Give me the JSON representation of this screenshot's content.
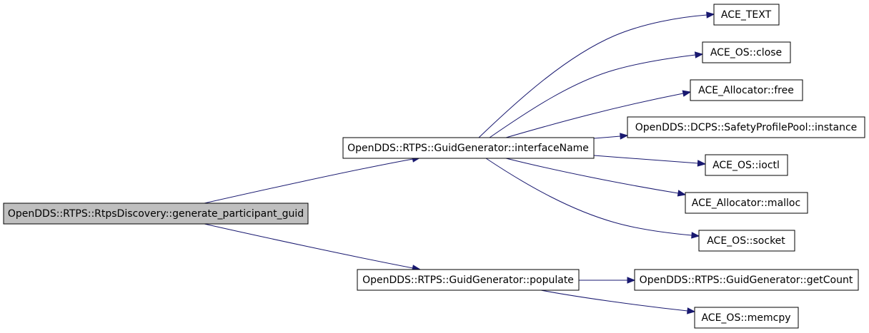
{
  "diagram": {
    "type": "call-graph",
    "nodes": {
      "root": {
        "label": "OpenDDS::RTPS::RtpsDiscovery::generate_participant_guid",
        "fill": "#bfbfbf"
      },
      "interfaceName": {
        "label": "OpenDDS::RTPS::GuidGenerator::interfaceName",
        "fill": "#ffffff"
      },
      "populate": {
        "label": "OpenDDS::RTPS::GuidGenerator::populate",
        "fill": "#ffffff"
      },
      "ace_text": {
        "label": "ACE_TEXT",
        "fill": "#ffffff"
      },
      "ace_os_close": {
        "label": "ACE_OS::close",
        "fill": "#ffffff"
      },
      "ace_allocator_free": {
        "label": "ACE_Allocator::free",
        "fill": "#ffffff"
      },
      "safety_profile_pool_instance": {
        "label": "OpenDDS::DCPS::SafetyProfilePool::instance",
        "fill": "#ffffff"
      },
      "ace_os_ioctl": {
        "label": "ACE_OS::ioctl",
        "fill": "#ffffff"
      },
      "ace_allocator_malloc": {
        "label": "ACE_Allocator::malloc",
        "fill": "#ffffff"
      },
      "ace_os_socket": {
        "label": "ACE_OS::socket",
        "fill": "#ffffff"
      },
      "get_count": {
        "label": "OpenDDS::RTPS::GuidGenerator::getCount",
        "fill": "#ffffff"
      },
      "ace_os_memcpy": {
        "label": "ACE_OS::memcpy",
        "fill": "#ffffff"
      }
    },
    "edges": [
      {
        "from": "root",
        "to": "interfaceName"
      },
      {
        "from": "root",
        "to": "populate"
      },
      {
        "from": "interfaceName",
        "to": "ace_text"
      },
      {
        "from": "interfaceName",
        "to": "ace_os_close"
      },
      {
        "from": "interfaceName",
        "to": "ace_allocator_free"
      },
      {
        "from": "interfaceName",
        "to": "safety_profile_pool_instance"
      },
      {
        "from": "interfaceName",
        "to": "ace_os_ioctl"
      },
      {
        "from": "interfaceName",
        "to": "ace_allocator_malloc"
      },
      {
        "from": "interfaceName",
        "to": "ace_os_socket"
      },
      {
        "from": "populate",
        "to": "get_count"
      },
      {
        "from": "populate",
        "to": "ace_os_memcpy"
      }
    ],
    "edge_color": "#191970"
  }
}
